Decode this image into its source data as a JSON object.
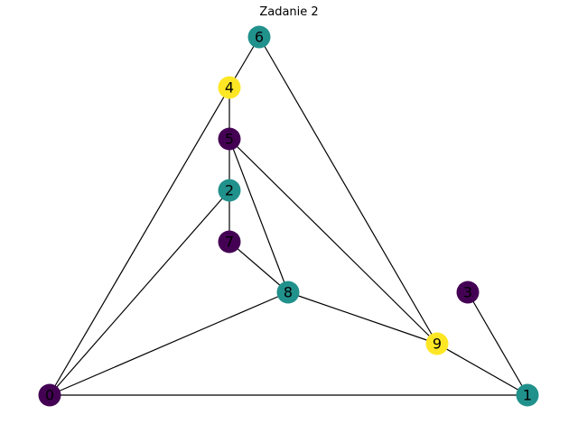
{
  "title": "Zadanie 2",
  "colors": {
    "purple": "#440154",
    "teal": "#21918c",
    "yellow": "#fde725"
  },
  "nodes": [
    {
      "id": "0",
      "label": "0",
      "color": "purple"
    },
    {
      "id": "1",
      "label": "1",
      "color": "teal"
    },
    {
      "id": "2",
      "label": "2",
      "color": "teal"
    },
    {
      "id": "3",
      "label": "3",
      "color": "purple"
    },
    {
      "id": "4",
      "label": "4",
      "color": "yellow"
    },
    {
      "id": "5",
      "label": "5",
      "color": "purple"
    },
    {
      "id": "6",
      "label": "6",
      "color": "teal"
    },
    {
      "id": "7",
      "label": "7",
      "color": "purple"
    },
    {
      "id": "8",
      "label": "8",
      "color": "teal"
    },
    {
      "id": "9",
      "label": "9",
      "color": "yellow"
    }
  ],
  "edges": [
    [
      "6",
      "4"
    ],
    [
      "6",
      "9"
    ],
    [
      "4",
      "5"
    ],
    [
      "4",
      "0"
    ],
    [
      "5",
      "2"
    ],
    [
      "5",
      "8"
    ],
    [
      "5",
      "9"
    ],
    [
      "2",
      "7"
    ],
    [
      "2",
      "0"
    ],
    [
      "7",
      "8"
    ],
    [
      "8",
      "0"
    ],
    [
      "8",
      "9"
    ],
    [
      "9",
      "1"
    ],
    [
      "3",
      "1"
    ],
    [
      "0",
      "1"
    ]
  ]
}
